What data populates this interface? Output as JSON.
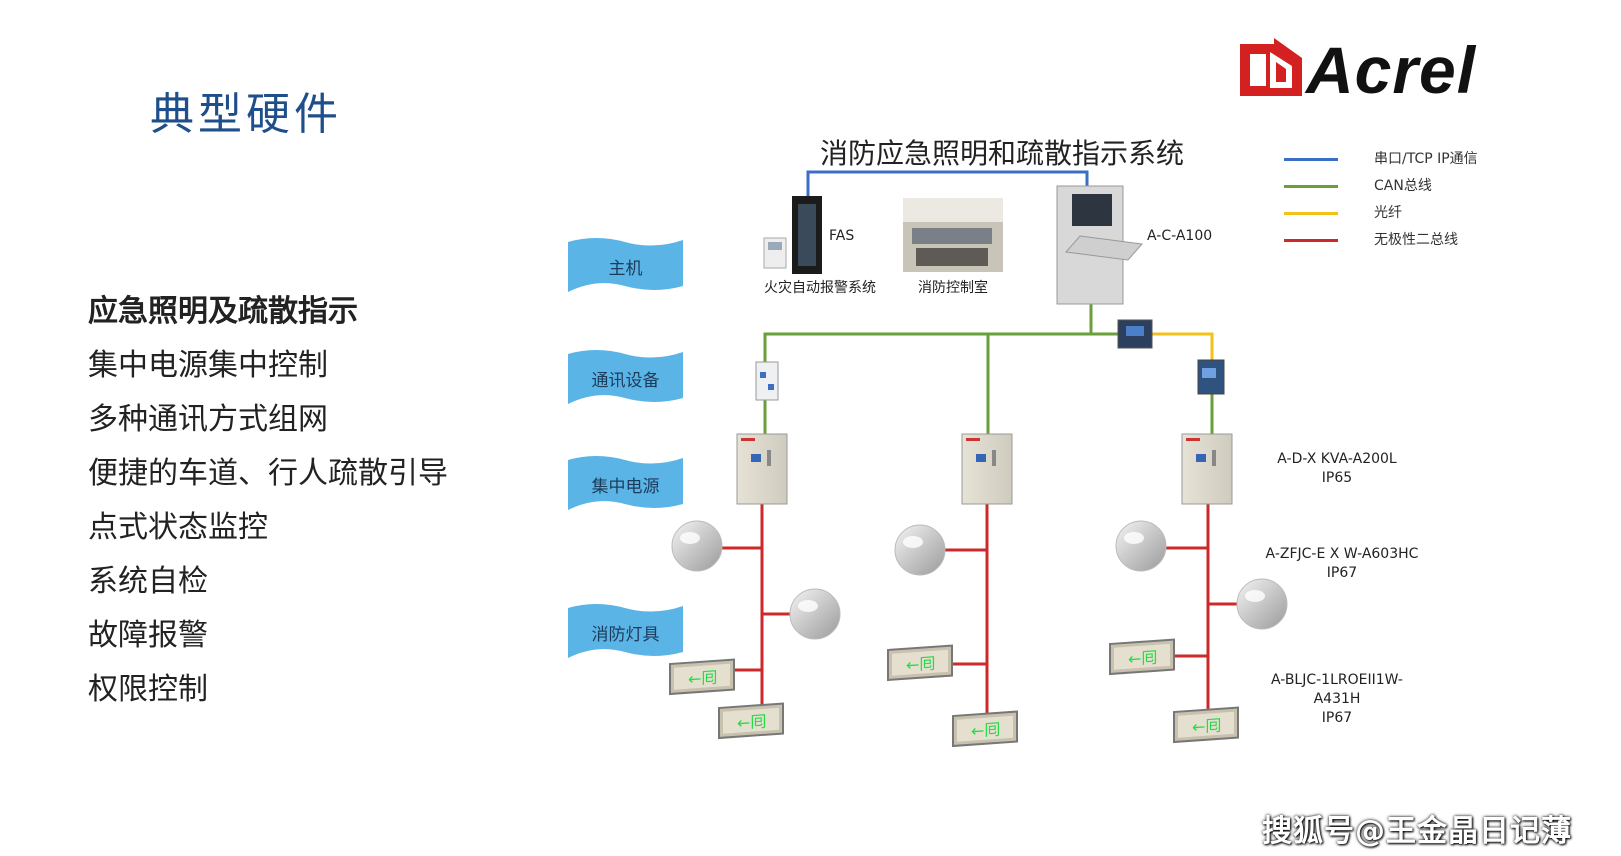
{
  "slide": {
    "title": "典型硬件",
    "features": [
      "应急照明及疏散指示",
      "集中电源集中控制",
      "多种通讯方式组网",
      "便捷的车道、行人疏散引导",
      "点式状态监控",
      "系统自检",
      "故障报警",
      "权限控制"
    ]
  },
  "logo": {
    "text": "Acrel"
  },
  "diagram": {
    "title": "消防应急照明和疏散指示系统",
    "legend": [
      {
        "label": "串口/TCP IP通信",
        "color": "#3a6fc4"
      },
      {
        "label": "CAN总线",
        "color": "#6a9f3c"
      },
      {
        "label": "光纤",
        "color": "#f2c11a"
      },
      {
        "label": "无极性二总线",
        "color": "#cc2a2a"
      }
    ],
    "tiers": [
      "主机",
      "通讯设备",
      "集中电源",
      "消防灯具"
    ],
    "devices": {
      "fas_label": "FAS",
      "fire_alarm": "火灾自动报警系统",
      "control_room": "消防控制室",
      "host_model": "A-C-A100"
    },
    "models": {
      "power_supply": "A-D-X KVA-A200L\nIP65",
      "lamp": "A-ZFJC-E X W-A603HC\nIP67",
      "sign": "A-BLJC-1LROEII1W-\nA431H\nIP67"
    }
  },
  "watermark": "搜狐号@王金晶日记薄"
}
